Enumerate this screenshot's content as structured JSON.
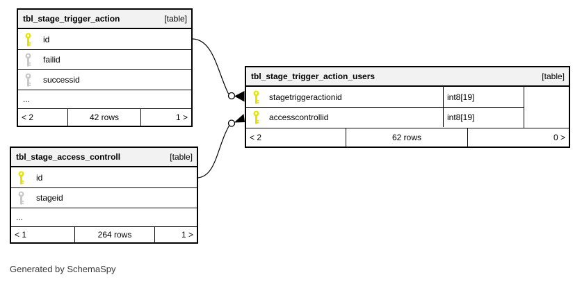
{
  "page": {
    "generated_by": "Generated by SchemaSpy"
  },
  "colors": {
    "header_bg": "#f2f2f2",
    "border": "#000000",
    "primary_key_icon": "#e4e400",
    "indexed_key_icon": "#c9c9c9",
    "caption_text": "#383838"
  },
  "icons": {
    "primary_key": "yellow-key-icon",
    "indexed_column": "gray-key-icon",
    "cardinality_marker": "open-circle",
    "arrowhead": "filled-triangle"
  },
  "tables": [
    {
      "name": "tbl_stage_trigger_action",
      "badge": "[table]",
      "columns": [
        {
          "name": "id",
          "key": "primary"
        },
        {
          "name": "failid",
          "key": "indexed"
        },
        {
          "name": "successid",
          "key": "indexed"
        }
      ],
      "ellipsis": "...",
      "footer": {
        "left": "< 2",
        "center": "42 rows",
        "right": "1 >"
      }
    },
    {
      "name": "tbl_stage_access_controll",
      "badge": "[table]",
      "columns": [
        {
          "name": "id",
          "key": "primary"
        },
        {
          "name": "stageid",
          "key": "indexed"
        }
      ],
      "ellipsis": "...",
      "footer": {
        "left": "< 1",
        "center": "264 rows",
        "right": "1 >"
      }
    },
    {
      "name": "tbl_stage_trigger_action_users",
      "badge": "[table]",
      "columns": [
        {
          "name": "stagetriggeractionid",
          "type": "int8[19]",
          "key": "primary"
        },
        {
          "name": "accesscontrollid",
          "type": "int8[19]",
          "key": "primary"
        }
      ],
      "footer": {
        "left": "< 2",
        "center": "62 rows",
        "right": "0 >"
      }
    }
  ],
  "relationships": [
    {
      "from_table": "tbl_stage_trigger_action",
      "from_column": "id",
      "to_table": "tbl_stage_trigger_action_users",
      "to_column": "stagetriggeractionid"
    },
    {
      "from_table": "tbl_stage_access_controll",
      "from_column": "id",
      "to_table": "tbl_stage_trigger_action_users",
      "to_column": "accesscontrollid"
    }
  ]
}
